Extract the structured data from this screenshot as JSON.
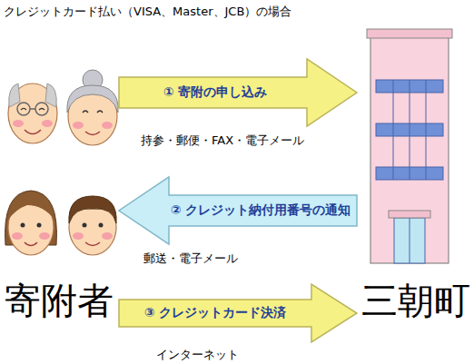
{
  "diagram": {
    "title": "クレジットカード払い（VISA、Master、JCB）の場合",
    "nodes": [
      {
        "text": [
          "寄附者"
        ]
      },
      {
        "text": [
          "三朝町"
        ]
      }
    ],
    "edges": [
      {
        "from": 0,
        "to": 1,
        "label": "① 寄附の申し込み",
        "arrow": "to"
      },
      {
        "from": 1,
        "to": 0,
        "label": "② クレジット納付用番号の通知",
        "arrow": "to"
      },
      {
        "from": 0,
        "to": 1,
        "label": "③ クレジットカード決済",
        "arrow": "to"
      }
    ],
    "labels": [
      "持参・郵便・FAX・電子メール",
      "郵送・電子メール",
      "インターネット"
    ]
  }
}
